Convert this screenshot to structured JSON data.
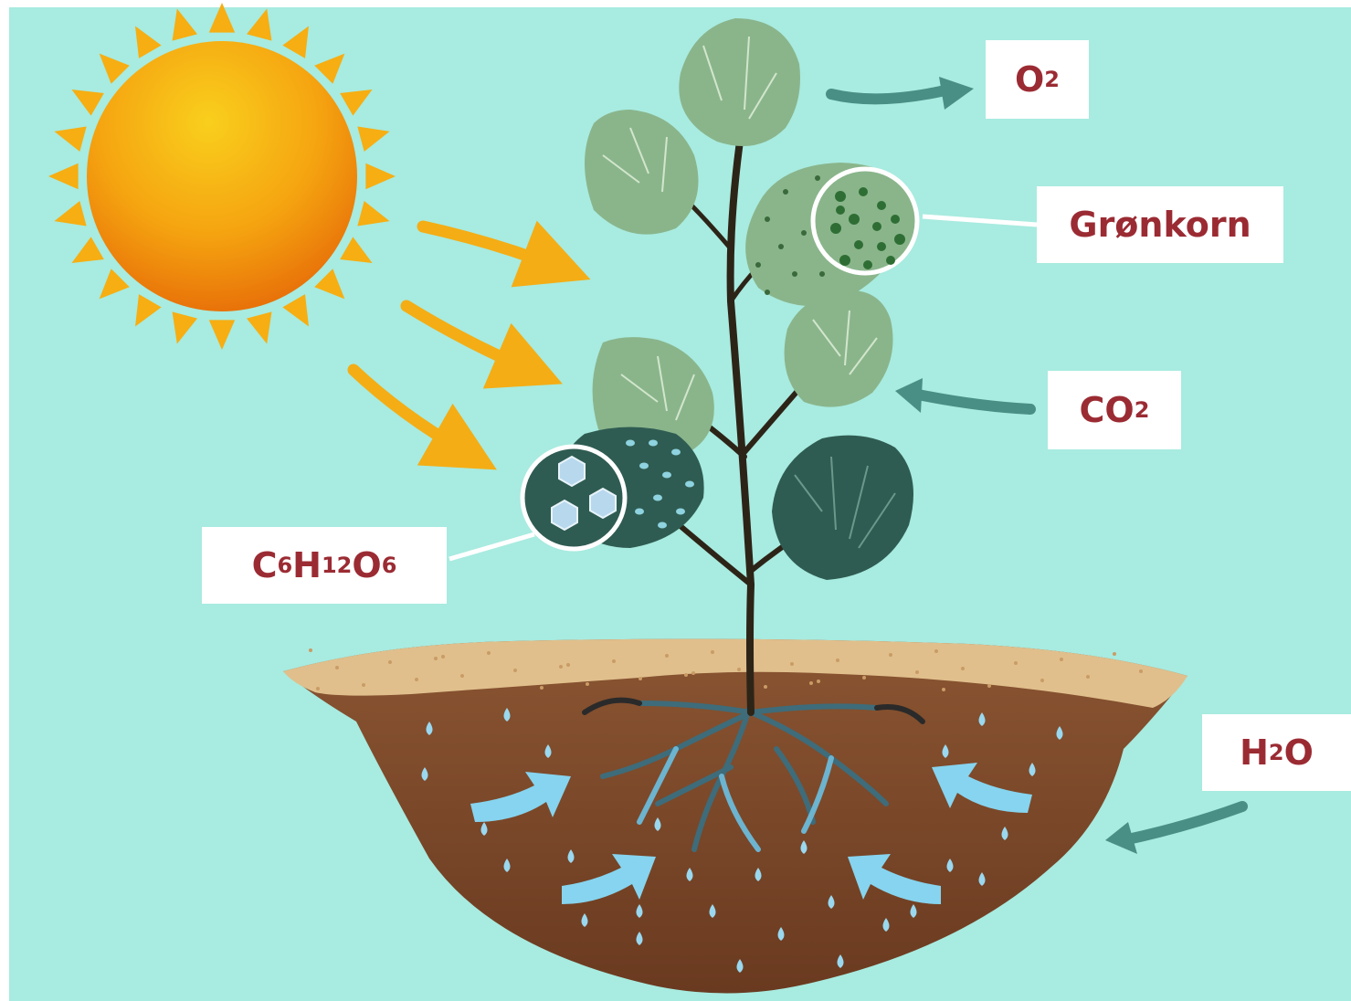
{
  "labels": {
    "oxygen": {
      "main": "O",
      "sub": "2",
      "tail": ""
    },
    "chloroplast": {
      "text": "Grønkorn"
    },
    "carbon_dioxide": {
      "main": "CO",
      "sub": "2",
      "tail": ""
    },
    "water": {
      "main": "H",
      "sub": "2",
      "tail": "O"
    },
    "glucose": {
      "c": "C",
      "c_sub": "6",
      "h": "H",
      "h_sub": "12",
      "o": "O",
      "o_sub": "6"
    }
  },
  "colors": {
    "background": "#a8ebe0",
    "sun_inner": "#f7c21a",
    "sun_outer": "#e8720a",
    "sun_rays": "#f6ae12",
    "light_arrows": "#f4ad15",
    "gas_arrows": "#4a8f86",
    "label_text": "#9b2b33",
    "leaf_light": "#8ab58b",
    "leaf_dark": "#2f5c52",
    "stem": "#2d2418",
    "soil_top": "#e0bf8c",
    "soil": "#7d4a2b",
    "water": "#86d4ef"
  }
}
